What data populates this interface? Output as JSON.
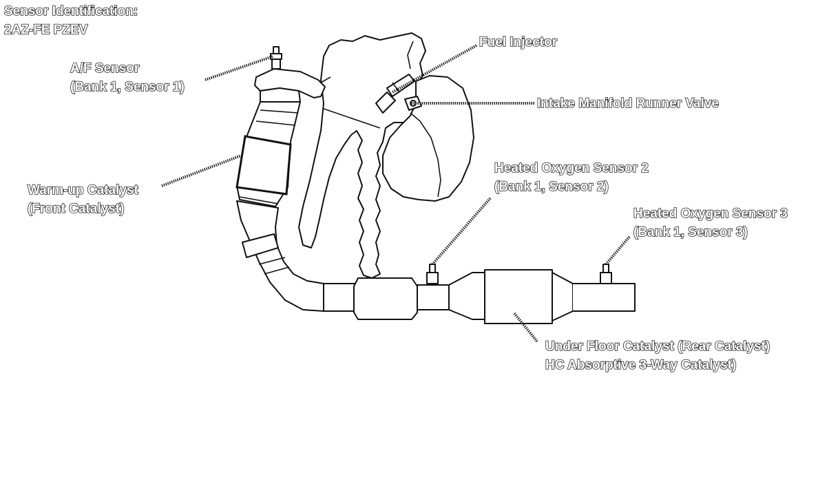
{
  "title": {
    "line1": "Sensor Identification:",
    "line2": "2AZ-FE PZEV"
  },
  "labels": {
    "af_sensor": {
      "line1": "A/F Sensor",
      "line2": "(Bank 1, Sensor 1)"
    },
    "fuel_injector": {
      "line1": "Fuel Injector"
    },
    "intake_runner_valve": {
      "line1": "Intake Manifold Runner Valve"
    },
    "warmup_catalyst": {
      "line1": "Warm-up Catalyst",
      "line2": "(Front Catalyst)"
    },
    "ho2_sensor_2": {
      "line1": "Heated Oxygen Sensor 2",
      "line2": "(Bank 1, Sensor 2)"
    },
    "ho2_sensor_3": {
      "line1": "Heated Oxygen Sensor 3",
      "line2": "(Bank 1, Sensor 3)"
    },
    "underfloor_catalyst": {
      "line1": "Under Floor Catalyst (Rear Catalyst)",
      "line2": "HC Absorptive 3-Way Catalyst)"
    }
  }
}
